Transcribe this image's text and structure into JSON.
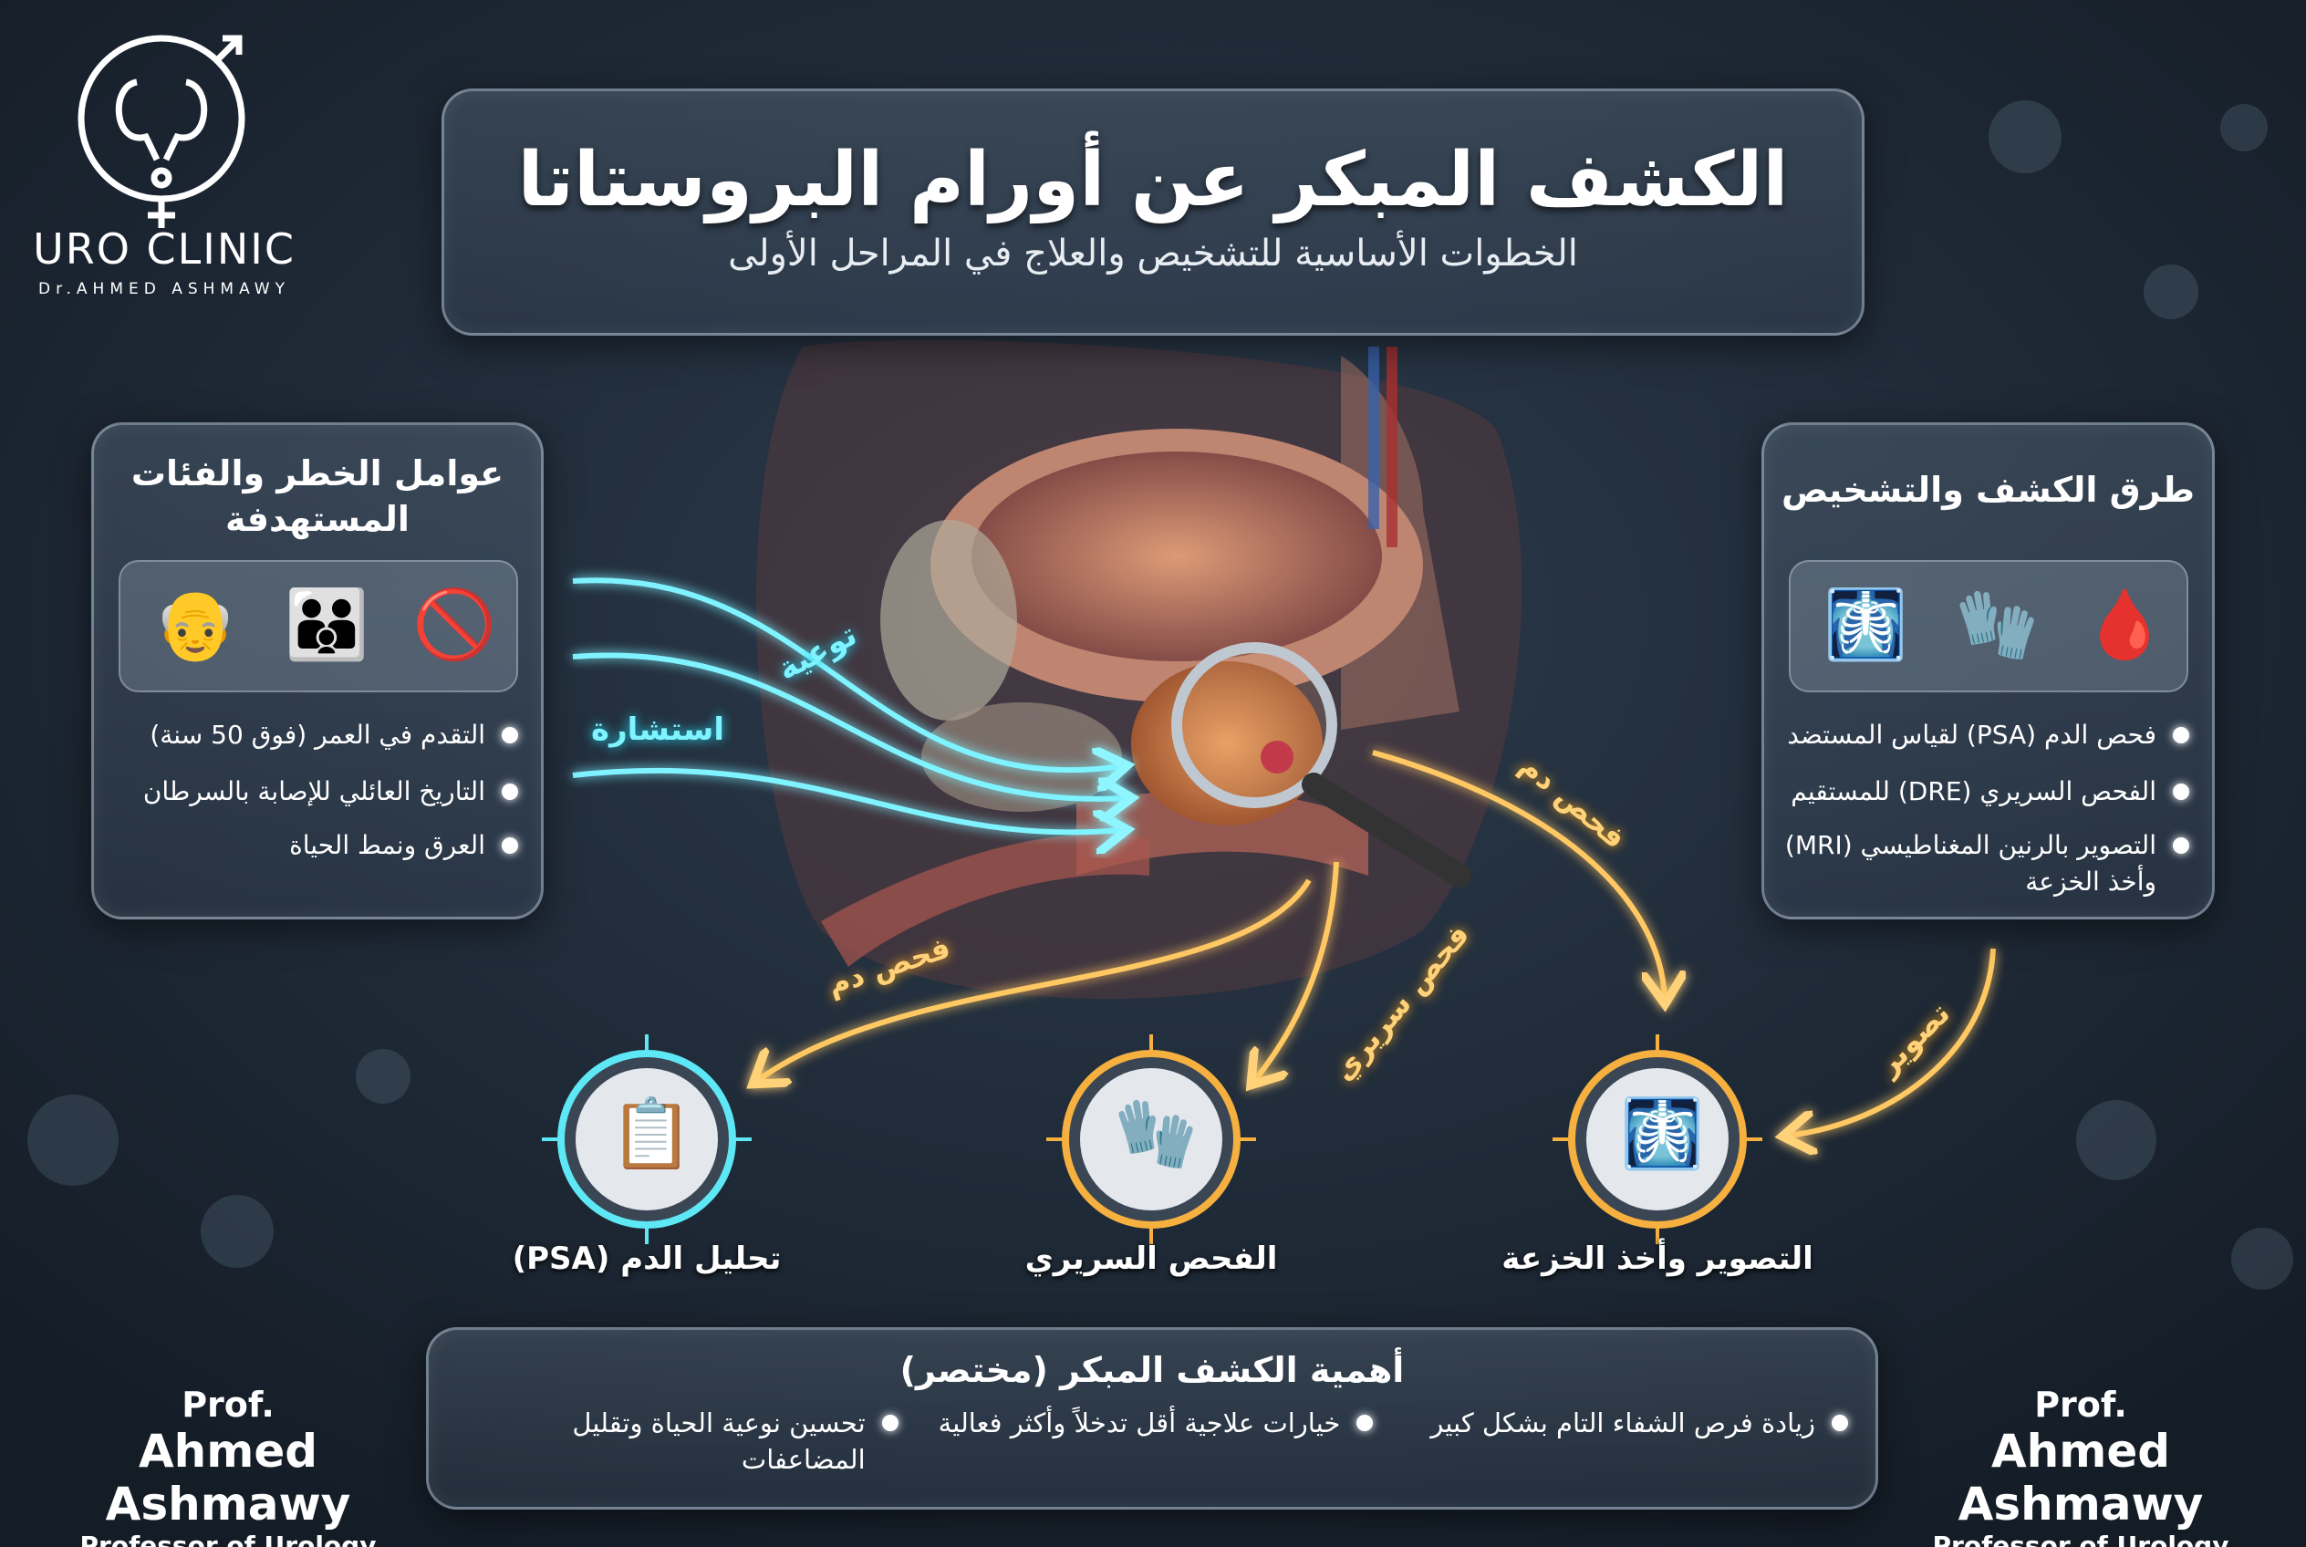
{
  "logo": {
    "name": "URO CLINIC",
    "tagline": "Dr.AHMED ASHMAWY"
  },
  "header": {
    "title": "الكشف المبكر عن أورام البروستاتا",
    "subtitle": "الخطوات الأساسية للتشخيص والعلاج في المراحل الأولى"
  },
  "risk_card": {
    "title_line1": "عوامل الخطر والفئات",
    "title_line2": "المستهدفة",
    "icons": [
      "elderly-man-icon",
      "family-tree-icon",
      "no-unhealthy-food-icon"
    ],
    "items": [
      "التقدم في العمر (فوق 50 سنة)",
      "التاريخ العائلي للإصابة بالسرطان",
      "العرق ونمط الحياة"
    ]
  },
  "methods_card": {
    "title": "طرق الكشف والتشخيص",
    "icons": [
      "psa-blood-tube-icon",
      "gloved-hand-icon",
      "mri-scanner-icon"
    ],
    "items": [
      "فحص الدم (PSA) لقياس المستضد",
      "الفحص السريري (DRE) للمستقيم",
      "التصوير بالرنين المغناطيسي (MRI)",
      "وأخذ الخزعة"
    ]
  },
  "arrows": {
    "awareness": "توعية",
    "consultation": "استشارة",
    "blood_test_right": "فحص دم",
    "clinical_exam": "فحص سريري",
    "blood_test_left": "فحص دم",
    "imaging": "تصوير"
  },
  "steps": [
    {
      "label": "تحليل الدم (PSA)",
      "icon": "blood-test-clipboard-icon"
    },
    {
      "label": "الفحص السريري",
      "icon": "glove-prostate-icon"
    },
    {
      "label": "التصوير وأخذ الخزعة",
      "icon": "mri-biopsy-icon"
    }
  ],
  "importance": {
    "title": "أهمية الكشف المبكر (مختصر)",
    "items": [
      "زيادة فرص الشفاء التام بشكل كبير",
      "خيارات علاجية أقل تدخلاً وأكثر فعالية",
      "تحسين نوعية الحياة وتقليل المضاعفات"
    ]
  },
  "signature": {
    "prefix": "Prof.",
    "name": "Ahmed Ashmawy",
    "role": "Professor of Urology"
  },
  "colors": {
    "background": "#1a2430",
    "cyan": "#22d8f0",
    "orange": "#f5a623"
  }
}
